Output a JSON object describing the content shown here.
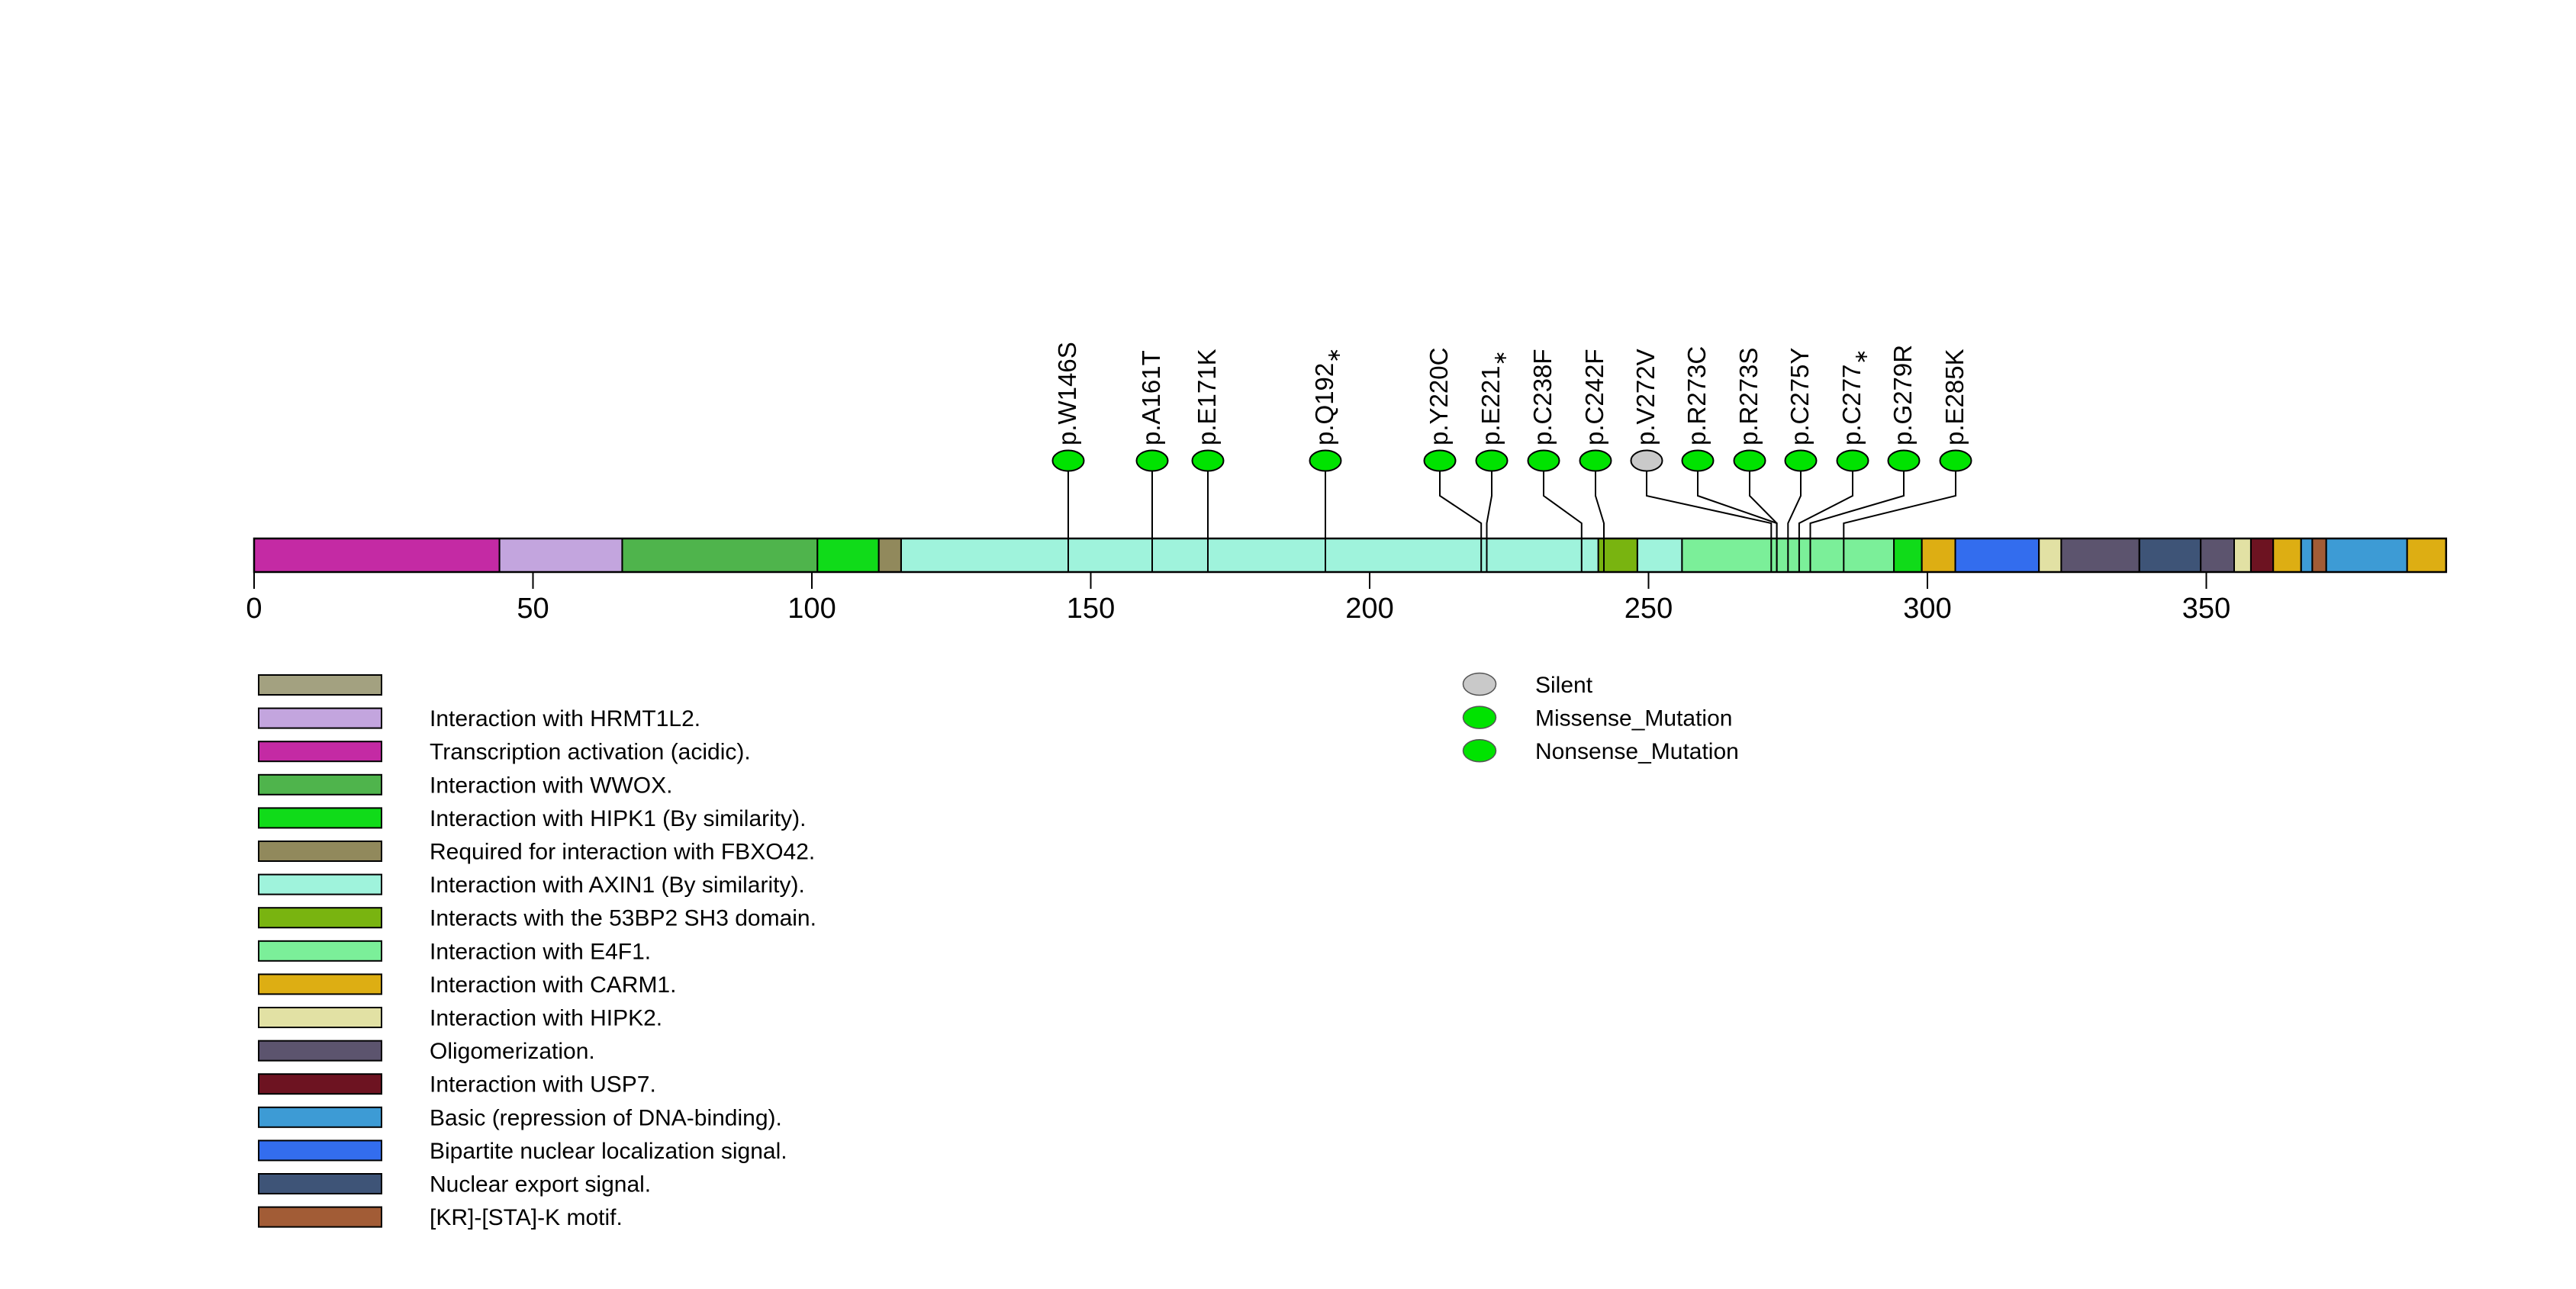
{
  "chart_data": {
    "type": "lollipop",
    "description": "Protein mutation lollipop plot with UniProt region track",
    "protein_length": 393,
    "axis": {
      "ticks": [
        0,
        50,
        100,
        150,
        200,
        250,
        300,
        350
      ],
      "min": 0,
      "max": 393
    },
    "track_segments": [
      {
        "start": 0,
        "end": 44,
        "region": "Transcription activation (acidic)."
      },
      {
        "start": 44,
        "end": 66,
        "region": "Interaction with HRMT1L2."
      },
      {
        "start": 66,
        "end": 101,
        "region": "Interaction with WWOX."
      },
      {
        "start": 101,
        "end": 112,
        "region": "Interaction with HIPK1 (By similarity)."
      },
      {
        "start": 112,
        "end": 116,
        "region": "Required for interaction with FBXO42."
      },
      {
        "start": 116,
        "end": 241,
        "region": "Interaction with AXIN1 (By similarity)."
      },
      {
        "start": 241,
        "end": 248,
        "region": "Interacts with the 53BP2 SH3 domain."
      },
      {
        "start": 248,
        "end": 256,
        "region": "Interaction with AXIN1 (By similarity)."
      },
      {
        "start": 256,
        "end": 294,
        "region": "Interaction with E4F1."
      },
      {
        "start": 294,
        "end": 299,
        "region": "Interaction with HIPK1 (By similarity)."
      },
      {
        "start": 299,
        "end": 305,
        "region": "Interaction with CARM1."
      },
      {
        "start": 305,
        "end": 320,
        "region": "Bipartite nuclear localization signal."
      },
      {
        "start": 320,
        "end": 324,
        "region": "Interaction with HIPK2."
      },
      {
        "start": 324,
        "end": 338,
        "region": "Oligomerization."
      },
      {
        "start": 338,
        "end": 349,
        "region": "Nuclear export signal."
      },
      {
        "start": 349,
        "end": 355,
        "region": "Oligomerization."
      },
      {
        "start": 355,
        "end": 358,
        "region": "Interaction with HIPK2."
      },
      {
        "start": 358,
        "end": 362,
        "region": "Interaction with USP7."
      },
      {
        "start": 362,
        "end": 367,
        "region": "Interaction with CARM1."
      },
      {
        "start": 367,
        "end": 369,
        "region": "Basic (repression of DNA-binding)."
      },
      {
        "start": 369,
        "end": 371.5,
        "region": "[KR]-[STA]-K motif."
      },
      {
        "start": 371.5,
        "end": 386,
        "region": "Basic (repression of DNA-binding)."
      },
      {
        "start": 386,
        "end": 393,
        "region": "Interaction with CARM1."
      }
    ],
    "mutations": [
      {
        "label": "p.W146S",
        "display": "p.W146S",
        "residue": 146,
        "type": "Missense_Mutation",
        "stop_star": false
      },
      {
        "label": "p.A161T",
        "display": "p.A161T",
        "residue": 161,
        "type": "Missense_Mutation",
        "stop_star": false
      },
      {
        "label": "p.E171K",
        "display": "p.E171K",
        "residue": 171,
        "type": "Missense_Mutation",
        "stop_star": false
      },
      {
        "label": "p.Q192",
        "display": "p.Q192*",
        "residue": 192,
        "type": "Nonsense_Mutation",
        "stop_star": true
      },
      {
        "label": "p.Y220C",
        "display": "p.Y220C",
        "residue": 220,
        "type": "Missense_Mutation",
        "stop_star": false
      },
      {
        "label": "p.E221",
        "display": "p.E221*",
        "residue": 221,
        "type": "Nonsense_Mutation",
        "stop_star": true
      },
      {
        "label": "p.C238F",
        "display": "p.C238F",
        "residue": 238,
        "type": "Missense_Mutation",
        "stop_star": false
      },
      {
        "label": "p.C242F",
        "display": "p.C242F",
        "residue": 242,
        "type": "Missense_Mutation",
        "stop_star": false
      },
      {
        "label": "p.V272V",
        "display": "p.V272V",
        "residue": 272,
        "type": "Silent",
        "stop_star": false
      },
      {
        "label": "p.R273C",
        "display": "p.R273C",
        "residue": 273,
        "type": "Missense_Mutation",
        "stop_star": false
      },
      {
        "label": "p.R273S",
        "display": "p.R273S",
        "residue": 273,
        "type": "Missense_Mutation",
        "stop_star": false
      },
      {
        "label": "p.C275Y",
        "display": "p.C275Y",
        "residue": 275,
        "type": "Missense_Mutation",
        "stop_star": false
      },
      {
        "label": "p.C277",
        "display": "p.C277*",
        "residue": 277,
        "type": "Nonsense_Mutation",
        "stop_star": true
      },
      {
        "label": "p.G279R",
        "display": "p.G279R",
        "residue": 279,
        "type": "Missense_Mutation",
        "stop_star": false
      },
      {
        "label": "p.E285K",
        "display": "p.E285K",
        "residue": 285,
        "type": "Missense_Mutation",
        "stop_star": false
      }
    ],
    "mutation_type_colors": {
      "Silent": "#C9C9C9",
      "Missense_Mutation": "#00E300",
      "Nonsense_Mutation": "#00E300"
    },
    "domain_legend": [
      {
        "label": "",
        "color": "#A3A180"
      },
      {
        "label": "Interaction with HRMT1L2.",
        "color": "#C3A5DE"
      },
      {
        "label": "Transcription activation (acidic).",
        "color": "#C42AA4"
      },
      {
        "label": "Interaction with WWOX.",
        "color": "#4FB44C"
      },
      {
        "label": "Interaction with HIPK1 (By similarity).",
        "color": "#10DB19"
      },
      {
        "label": "Required for interaction with FBXO42.",
        "color": "#91895C"
      },
      {
        "label": "Interaction with AXIN1 (By similarity).",
        "color": "#9FF3DC"
      },
      {
        "label": "Interacts with the 53BP2 SH3 domain.",
        "color": "#79B410"
      },
      {
        "label": "Interaction with E4F1.",
        "color": "#7BEF99"
      },
      {
        "label": "Interaction with CARM1.",
        "color": "#DDAE13"
      },
      {
        "label": "Interaction with HIPK2.",
        "color": "#E2E1A4"
      },
      {
        "label": "Oligomerization.",
        "color": "#5C546E"
      },
      {
        "label": "Interaction with USP7.",
        "color": "#6D1321"
      },
      {
        "label": "Basic (repression of DNA-binding).",
        "color": "#3D9BD5"
      },
      {
        "label": "Bipartite nuclear localization signal.",
        "color": "#336DEE"
      },
      {
        "label": "Nuclear export signal.",
        "color": "#3E5477"
      },
      {
        "label": "[KR]-[STA]-K motif.",
        "color": "#A25C36"
      }
    ],
    "mutation_legend": [
      {
        "label": "Silent",
        "color": "#C9C9C9"
      },
      {
        "label": "Missense_Mutation",
        "color": "#00E300"
      },
      {
        "label": "Nonsense_Mutation",
        "color": "#00E300"
      }
    ]
  }
}
